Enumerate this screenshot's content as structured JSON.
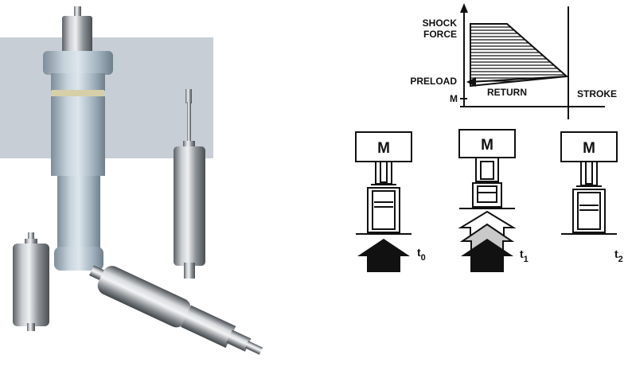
{
  "colors": {
    "backdrop_panel": "#c7ced6",
    "ink": "#111111",
    "preload_arrow_light": "#c9c9c9",
    "steel_body": "#8e949a",
    "painted_body": "#aebfcc"
  },
  "graph": {
    "y_label_line1": "SHOCK",
    "y_label_line2": "FORCE",
    "preload_label": "PRELOAD",
    "mass_label": "M",
    "return_label": "RETURN",
    "stroke_label": "STROKE"
  },
  "stages": [
    {
      "mass": "M",
      "time": "t",
      "subscript": "0"
    },
    {
      "mass": "M",
      "time": "t",
      "subscript": "1"
    },
    {
      "mass": "M",
      "time": "t",
      "subscript": "2"
    }
  ],
  "photo": {
    "subject": "gas-shock-absorbers-product-photo",
    "items": [
      "large-painted-absorber",
      "slim-steel-absorber",
      "small-steel-absorber",
      "long-steel-absorber"
    ]
  }
}
